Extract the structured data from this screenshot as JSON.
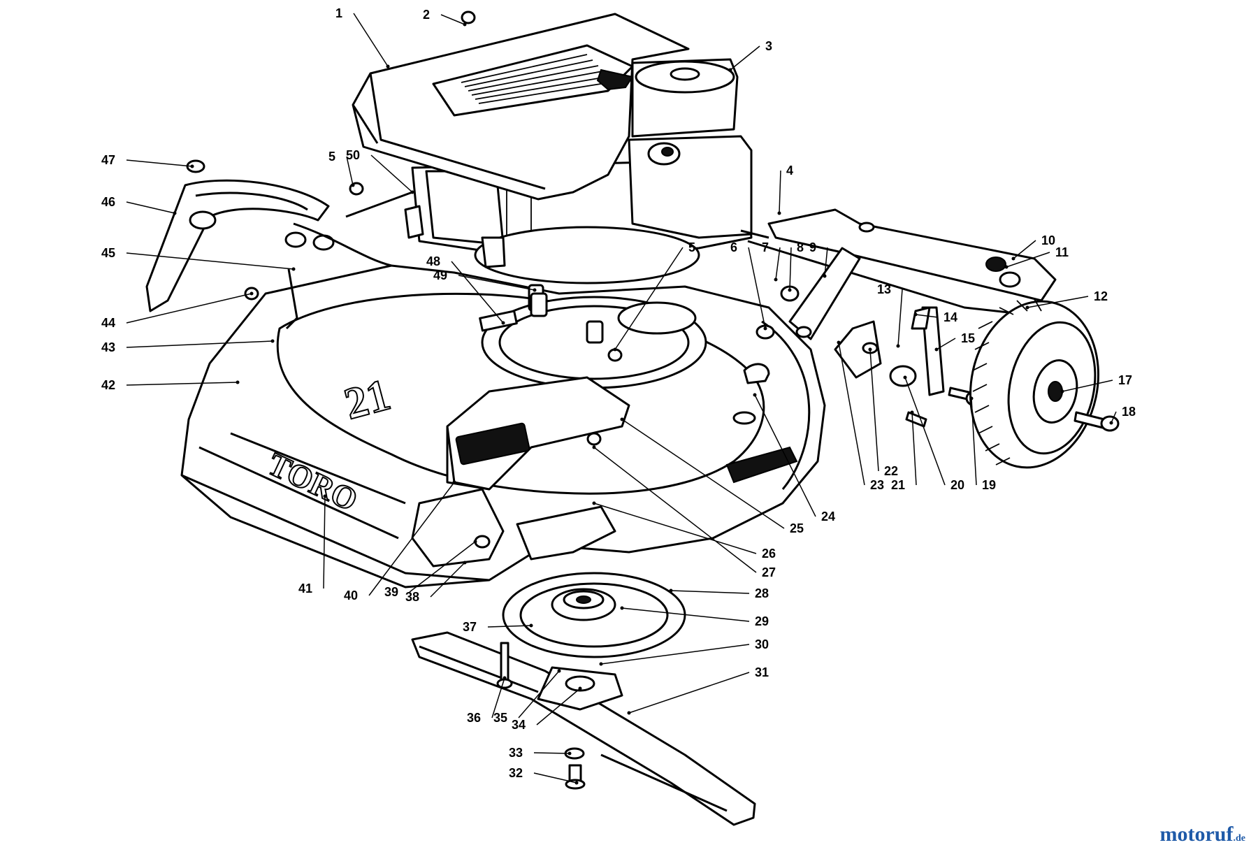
{
  "labels": [
    "1",
    "2",
    "3",
    "4",
    "5",
    "5",
    "6",
    "7",
    "8",
    "9",
    "10",
    "11",
    "12",
    "13",
    "14",
    "15",
    "17",
    "18",
    "19",
    "20",
    "21",
    "22",
    "23",
    "24",
    "25",
    "26",
    "27",
    "28",
    "29",
    "30",
    "31",
    "32",
    "33",
    "34",
    "35",
    "36",
    "37",
    "38",
    "39",
    "40",
    "41",
    "42",
    "43",
    "44",
    "45",
    "46",
    "47",
    "48",
    "49",
    "50"
  ],
  "brand": {
    "deck_logo": "TORO",
    "deck_size": "21"
  },
  "watermark": {
    "name": "motoruf",
    "suffix": ".de"
  }
}
